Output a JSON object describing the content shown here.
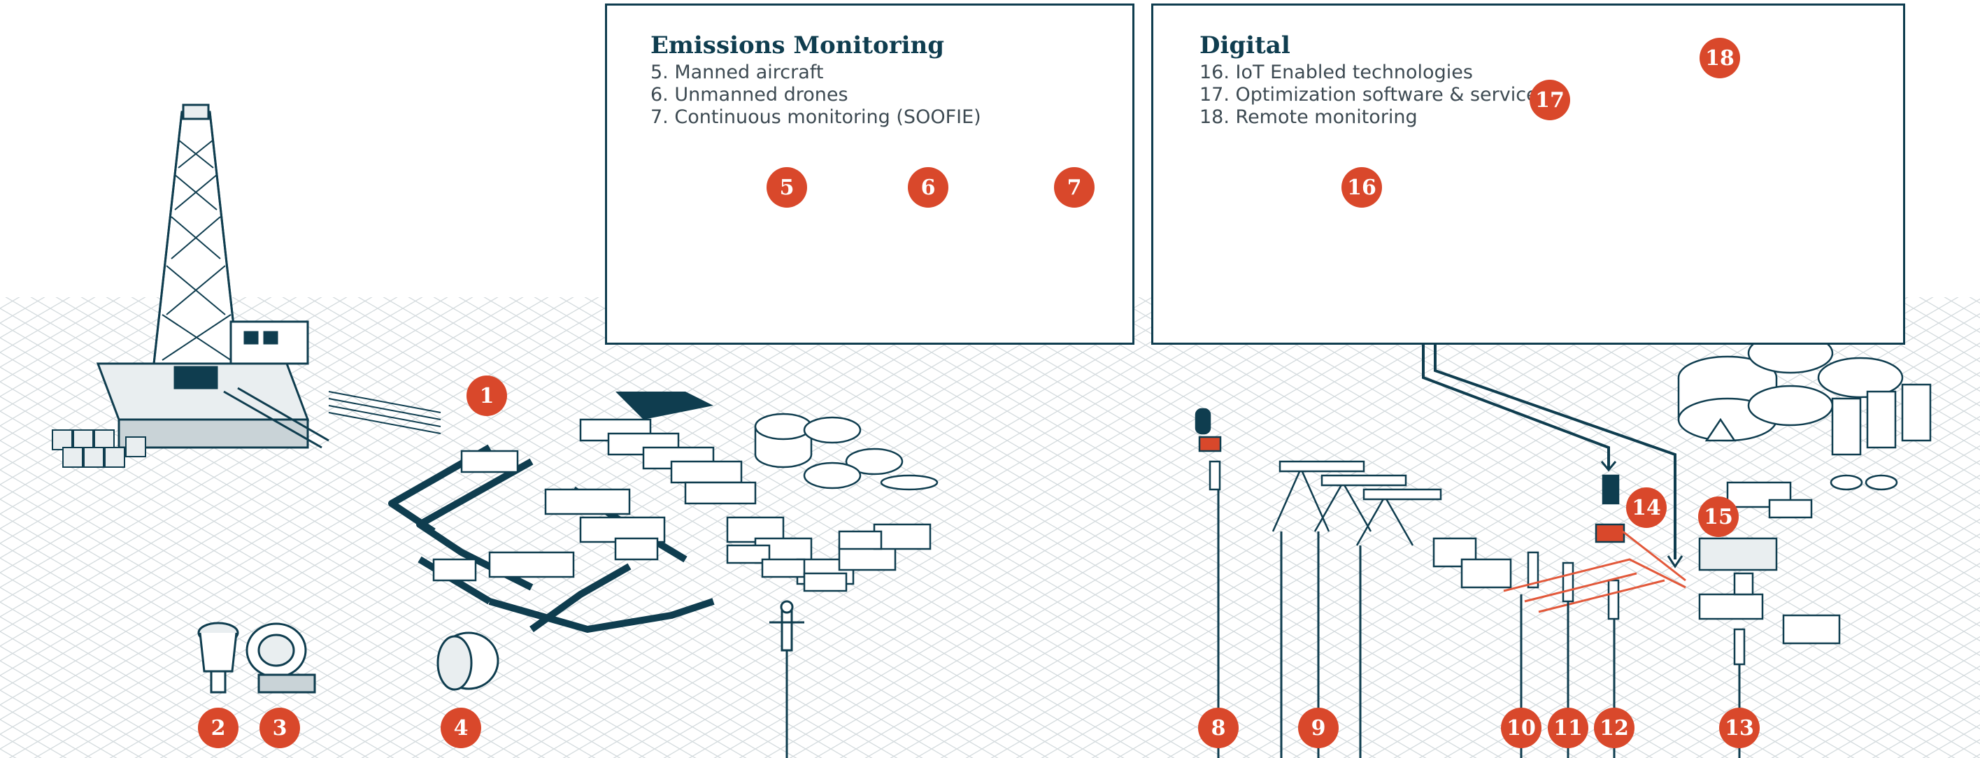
{
  "colors": {
    "navy": "#0f3d4f",
    "orange": "#d9482b",
    "grid": "#cfd8dc",
    "text": "#3d4a52"
  },
  "panels": {
    "emissions": {
      "title": "Emissions Monitoring",
      "items": [
        "5. Manned aircraft",
        "6.  Unmanned drones",
        "7. Continuous monitoring (SOOFIE)"
      ]
    },
    "digital": {
      "title": "Digital",
      "items": [
        "16. IoT Enabled technologies",
        "17. Optimization software & services",
        "18. Remote monitoring"
      ]
    }
  },
  "badges": [
    "1",
    "2",
    "3",
    "4",
    "5",
    "6",
    "7",
    "8",
    "9",
    "10",
    "11",
    "12",
    "13",
    "14",
    "15",
    "16",
    "17",
    "18"
  ],
  "icons": [
    "drilling-rig-icon",
    "drill-bit-icon",
    "bearing-icon",
    "plug-icon",
    "frac-fleet-icon",
    "storage-tanks-icon",
    "airplane-icon",
    "drone-icon",
    "solar-sensor-icon",
    "wellhead-icon",
    "iot-tank-icon",
    "smartphone-icon",
    "operator-icon",
    "globe-icon",
    "pumpjack-icon",
    "truck-icon"
  ]
}
